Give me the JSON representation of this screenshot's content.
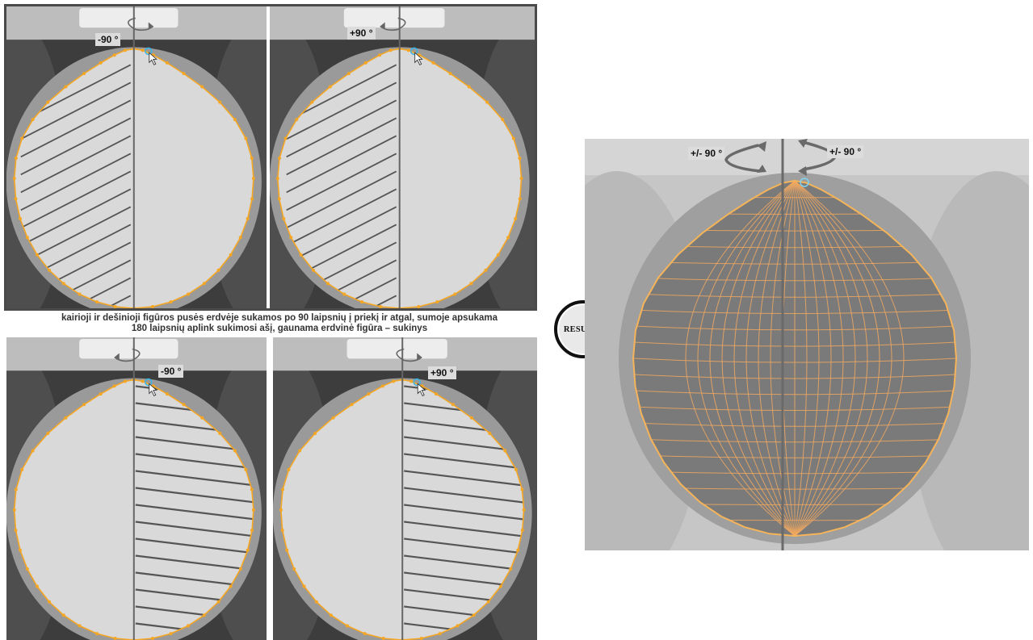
{
  "panels": [
    {
      "id": "p1",
      "angle": "-90 °",
      "hatched_side": "left"
    },
    {
      "id": "p2",
      "angle": "+90 °",
      "hatched_side": "left"
    },
    {
      "id": "p3",
      "angle": "-90 °",
      "hatched_side": "right"
    },
    {
      "id": "p4",
      "angle": "+90 °",
      "hatched_side": "right"
    }
  ],
  "caption": {
    "line1": "kairioji ir dešinioji figūros pusės erdvėje sukamos po 90 laipsnių į priekį ir atgal, sumoje apsukama",
    "line2": "180 laipsnių aplink sukimosi ašį, gaunama erdvinė figūra – sukinys"
  },
  "results": {
    "button_label": "RESULTS",
    "angle_left": "+/- 90 °",
    "angle_right": "+/- 90 °"
  },
  "colors": {
    "contour": "#f5a623",
    "axis": "#666666",
    "hatch": "#555555",
    "lung_dark": "#3d3d3d",
    "mass_fill": "#d9d9d9",
    "solid_fill": "#7a7a7a"
  },
  "icons": [
    "rotation-arrow-icon",
    "mouse-cursor-icon",
    "anchor-point-icon"
  ]
}
